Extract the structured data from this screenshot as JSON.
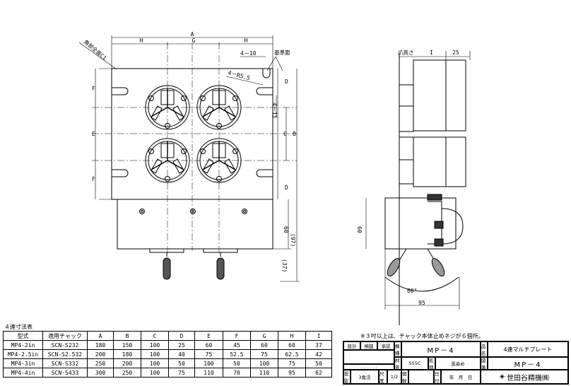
{
  "labels": {
    "A": "A",
    "H_left": "H",
    "G": "G",
    "H_right": "H",
    "chamfer": "角部全面C1",
    "ten": "4－10",
    "ref_face": "基準面",
    "r55": "4－R5.5",
    "d_top": "D",
    "d_bot": "D",
    "c11": "4－11",
    "C": "C",
    "B_right": "B",
    "F_top": "F",
    "E_mid": "E",
    "F_bot": "F",
    "dim60": "60",
    "dim97": "(97)",
    "dim37": "(37)",
    "claw": "爪高さ",
    "I": "I",
    "dim25": "25",
    "side60": "60",
    "angle": "60°",
    "dim95": "95"
  },
  "table": {
    "title": "４連寸法表",
    "headers": [
      "型式",
      "適用チャック",
      "A",
      "B",
      "C",
      "D",
      "E",
      "F",
      "G",
      "H",
      "I"
    ],
    "rows": [
      [
        "MP4-2in",
        "SCN-S232",
        "180",
        "150",
        "100",
        "25",
        "60",
        "45",
        "60",
        "60",
        "37"
      ],
      [
        "MP4-2.5in",
        "SCN-S2.532",
        "200",
        "180",
        "100",
        "40",
        "75",
        "52.5",
        "75",
        "62.5",
        "42"
      ],
      [
        "MP4-3in",
        "SCN-S332",
        "250",
        "200",
        "100",
        "50",
        "100",
        "50",
        "100",
        "75",
        "50"
      ],
      [
        "MP4-4in",
        "SCN-S433",
        "300",
        "250",
        "100",
        "75",
        "110",
        "70",
        "110",
        "95",
        "62"
      ]
    ]
  },
  "note": "※３吋以上は、チャック本体止めネジが６個所。",
  "title_block": {
    "design": "設計",
    "check": "検図",
    "approve": "承認",
    "name_label": "機種",
    "name_value": "MP－4",
    "material_label": "材質",
    "material_value": "S55C",
    "treat_label": "処理",
    "treat_value": "黒染め",
    "part_label": "品名",
    "part_value": "4連マルチプレート",
    "drawing_label": "図番",
    "drawing_value": "MP－4",
    "projection_label": "投影",
    "projection_value": "3角法",
    "scale_label": "尺度",
    "scale_value": "1/2",
    "count_label": "個数",
    "date_label": "日付",
    "date_value": "年　月　日",
    "dots": ". .      . .      . .",
    "company": "世田谷精機㈱"
  }
}
